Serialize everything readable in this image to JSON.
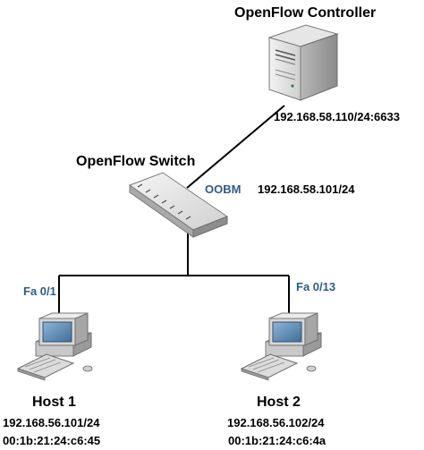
{
  "controller": {
    "title": "OpenFlow Controller",
    "address": "192.168.58.110/24:6633"
  },
  "switch": {
    "title": "OpenFlow Switch",
    "mgmt_port": "OOBM",
    "mgmt_address": "192.168.58.101/24"
  },
  "links": {
    "host1_port": "Fa 0/1",
    "host2_port": "Fa 0/13"
  },
  "hosts": [
    {
      "name": "Host 1",
      "ip": "192.168.56.101/24",
      "mac": "00:1b:21:24:c6:45"
    },
    {
      "name": "Host 2",
      "ip": "192.168.56.102/24",
      "mac": "00:1b:21:24:c6:4a"
    }
  ],
  "colors": {
    "line": "#000000",
    "port_label": "#2e5c8a",
    "device_gray": "#d4d4d4",
    "screen_blue": "#5f8fb8"
  }
}
